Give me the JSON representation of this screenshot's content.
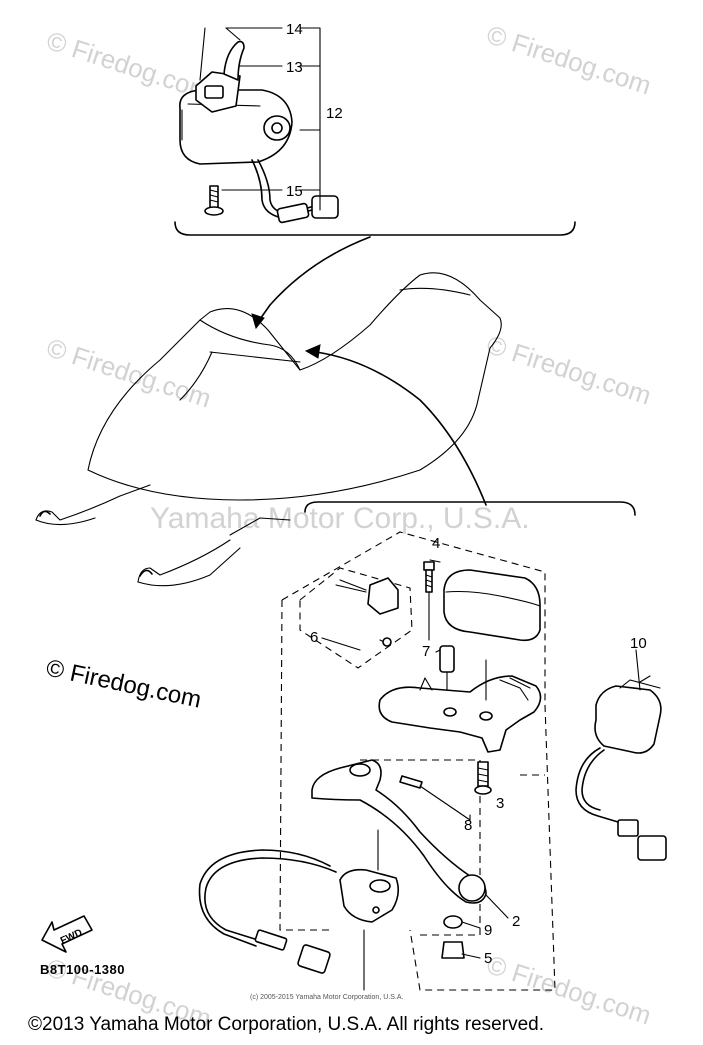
{
  "diagram": {
    "callouts": {
      "n2": "2",
      "n3": "3",
      "n4": "4",
      "n5": "5",
      "n6": "6",
      "n7": "7",
      "n8": "8",
      "n9": "9",
      "n10": "10",
      "n12": "12",
      "n13": "13",
      "n14": "14",
      "n15": "15"
    },
    "fwd_label": "FWD",
    "diagram_code": "B8T100-1380"
  },
  "watermarks": {
    "firedog_small": "© Firedog.com",
    "firedog_large": "© Firedog.com",
    "yamaha": "Yamaha Motor Corp., U.S.A."
  },
  "footer": {
    "small_copyright": "(c) 2005-2015 Yamaha Motor Corporation, U.S.A.",
    "copyright": "©2013 Yamaha Motor Corporation, U.S.A. All rights reserved."
  }
}
